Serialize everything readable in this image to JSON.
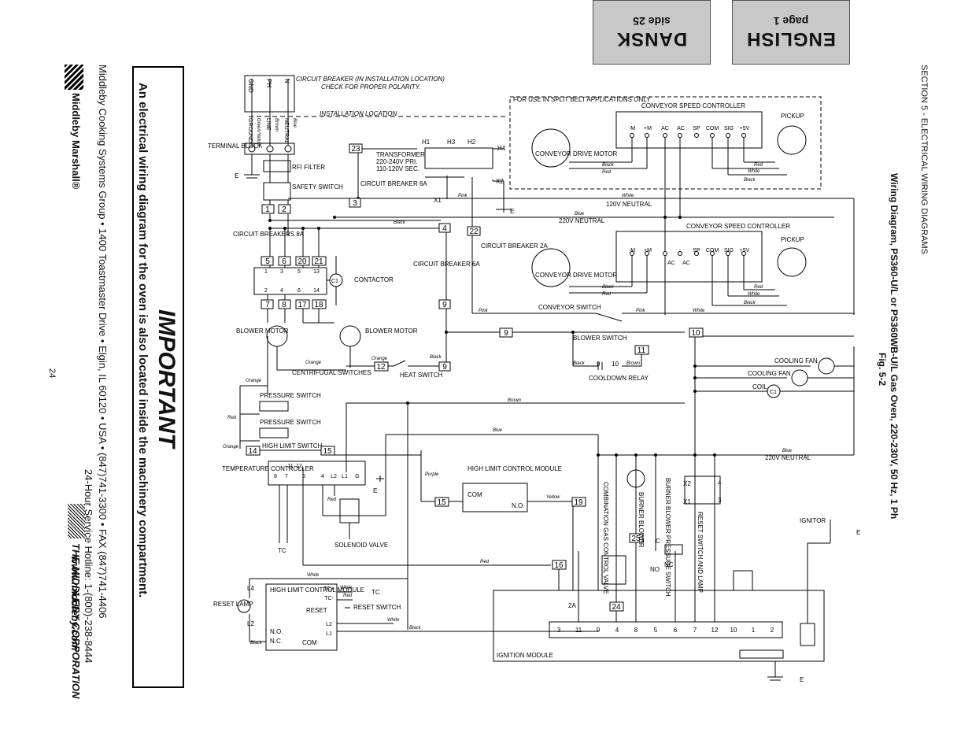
{
  "header": {
    "section": "SECTION 5 - ELECTRICAL WIRING DIAGRAMS",
    "title": "Wiring Diagram, PS360-U/L or PS360WB-U/L Gas Oven, 220-230V, 50 Hz, 1 Ph",
    "fig": "Fig. 5-2"
  },
  "tabs": [
    {
      "lang": "DANSK",
      "page": "side 25"
    },
    {
      "lang": "ENGLISH",
      "page": "page 1"
    }
  ],
  "important": {
    "heading": "IMPORTANT",
    "body": "An electrical wiring diagram for the oven is also located inside the machinery compartment."
  },
  "footer": {
    "company_line": "Middleby Cooking Systems Group • 1400 Toastmaster Drive • Elgin, IL 60120 • USA • (847)741-3300 • FAX (847)741-4406",
    "hotline": "24-Hour Service Hotline: 1-(800)-238-8444",
    "web": "www.middleby.com",
    "page_number": "24",
    "logo_text": "Middleby Marshall®",
    "corp": "THE MIDDLEBY CORPORATION"
  },
  "colors": {
    "tab_bg": "#c8c8c8",
    "line": "#000000"
  },
  "diagram": {
    "labels": {
      "cb_install": "CIRCUIT BREAKER (IN INSTALLATION LOCATION)",
      "cb_polarity": "CHECK FOR PROPER POLARITY.",
      "install_loc": "INSTALLATION LOCATION",
      "gnd": "GND",
      "ph": "PH",
      "n": "N",
      "ground": "GROUND",
      "line": "LINE",
      "neutral": "NEUTRAL",
      "terminal_block": "TERMINAL BLOCK",
      "rfi": "RFI FILTER",
      "safety_switch": "SAFETY SWITCH",
      "transformer": "TRANSFORMER",
      "tr_pri": "220-240V PRI.",
      "tr_sec": "110-120V SEC.",
      "h1": "H1",
      "h2": "H2",
      "h3": "H3",
      "h4": "H4",
      "x1": "X1",
      "x2": "X2",
      "cb_6a": "CIRCUIT BREAKER 6A",
      "cb_8a": "CIRCUIT BREAKERS 8A",
      "cb_2a": "CIRCUIT BREAKER 2A",
      "contactor": "CONTACTOR",
      "c1": "C1",
      "blower_motor": "BLOWER MOTOR",
      "centrifugal": "CENTRIFUGAL SWITCHES",
      "heat_switch": "HEAT SWITCH",
      "pressure_switch": "PRESSURE SWITCH",
      "high_limit_switch": "HIGH LIMIT SWITCH",
      "temp_controller": "TEMPERATURE CONTROLLER",
      "tc": "TC",
      "solenoid": "SOLENOID VALVE",
      "hl_module": "HIGH LIMIT CONTROL MODULE",
      "com": "COM",
      "no": "N.O.",
      "nc": "N.C.",
      "reset_lamp": "RESET LAMP",
      "reset_switch": "RESET SWITCH",
      "reset": "RESET",
      "split_belt": "FOR USE IN SPLIT BELT APPLICATIONS ONLY",
      "csc": "CONVEYOR SPEED CONTROLLER",
      "pickup": "PICKUP",
      "conv_motor": "CONVEYOR DRIVE MOTOR",
      "conv_switch": "CONVEYOR SWITCH",
      "blower_switch": "BLOWER SWITCH",
      "cooldown": "COOLDOWN RELAY",
      "cooling_fan": "COOLING FAN",
      "coil": "COIL",
      "n120": "120V NEUTRAL",
      "n220": "220V NEUTRAL",
      "combo_valve": "COMBINATION GAS CONTROL VALVE",
      "burner_blower": "BURNER BLOWER",
      "bb_pressure": "BURNER BLOWER PRESSURE SWITCH",
      "reset_sw_lamp": "RESET SWITCH AND LAMP",
      "ignitor": "IGNITOR",
      "ignition_module": "IGNITION MODULE",
      "e": "E",
      "a2": "2A",
      "wire_black": "Black",
      "wire_red": "Red",
      "wire_white": "White",
      "wire_blue": "Blue",
      "wire_pink": "Pink",
      "wire_orange": "Orange",
      "wire_brown": "Brown",
      "wire_yellow": "Yellow",
      "wire_purple": "Purple",
      "wire_greenyellow": "Green/Yellow"
    },
    "terms": [
      "-M",
      "+M",
      "AC",
      "AC",
      "SP",
      "COM",
      "SIG",
      "+5V"
    ],
    "terms2": [
      "-M",
      "+M",
      "AC",
      "AC",
      "SP",
      "COM",
      "SIG",
      "+5V"
    ],
    "ign_terms": [
      "3",
      "11",
      "9",
      "4",
      "8",
      "5",
      "6",
      "7",
      "12",
      "10",
      "1",
      "2"
    ],
    "contactor_top": [
      "1",
      "3",
      "5",
      "13"
    ],
    "contactor_bot": [
      "2",
      "4",
      "6",
      "14"
    ],
    "tc_terms": [
      "8",
      "7",
      "5",
      "4",
      "L2",
      "L1",
      "G"
    ],
    "tc_terms_top": [
      "11",
      "12"
    ],
    "hl_terms": [
      "TC+",
      "TC-",
      "L2",
      "L1"
    ],
    "numbers": {
      "n1": "1",
      "n2": "2",
      "n3": "3",
      "n4": "4",
      "n5": "5",
      "n6": "6",
      "n7": "7",
      "n8": "8",
      "n9": "9",
      "n10": "10",
      "n11": "11",
      "n12": "12",
      "n14": "14",
      "n15": "15",
      "n16": "16",
      "n17": "17",
      "n18": "18",
      "n19": "19",
      "n20": "20",
      "n21": "21",
      "n22": "22",
      "n23": "23",
      "n24": "24",
      "n25": "25"
    },
    "misc": {
      "l4": "L4",
      "l2": "L2",
      "x2": "X2",
      "x1": "X1",
      "four": "4",
      "three": "3",
      "c": "C",
      "no": "NO",
      "nc": "NC",
      "ten": "10",
      "nine": "9"
    }
  }
}
